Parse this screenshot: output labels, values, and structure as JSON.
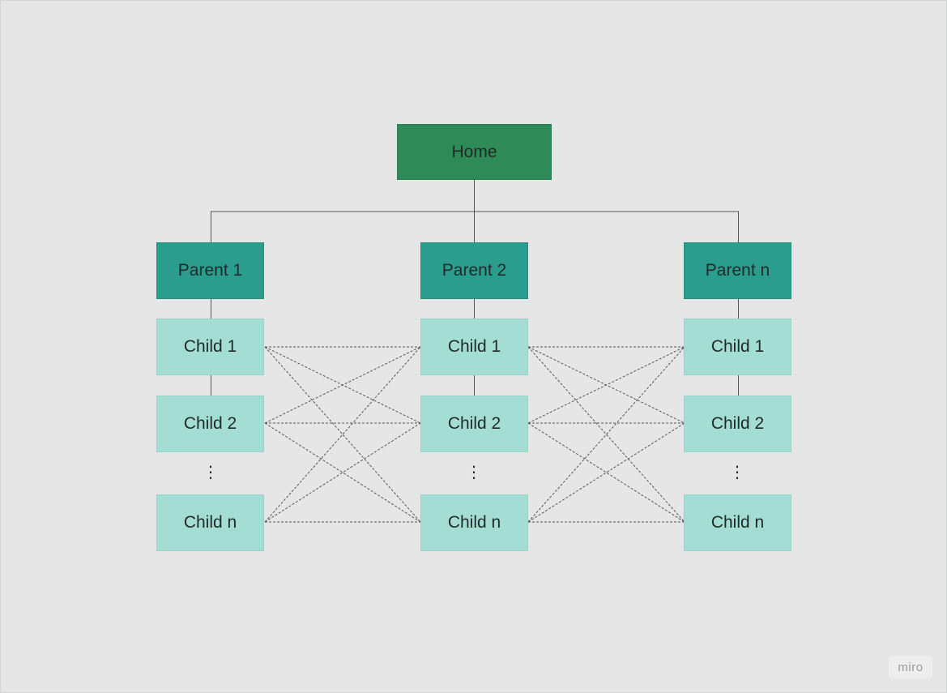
{
  "diagram": {
    "home": {
      "label": "Home"
    },
    "columns": [
      {
        "parent": "Parent 1",
        "children": [
          "Child 1",
          "Child 2",
          "Child n"
        ],
        "ellipsis": "⋮"
      },
      {
        "parent": "Parent 2",
        "children": [
          "Child 1",
          "Child 2",
          "Child n"
        ],
        "ellipsis": "⋮"
      },
      {
        "parent": "Parent n",
        "children": [
          "Child 1",
          "Child 2",
          "Child n"
        ],
        "ellipsis": "⋮"
      }
    ]
  },
  "watermark": {
    "text": "miro"
  },
  "colors": {
    "background": "#e6e6e6",
    "home": "#2e8b57",
    "parent": "#2a9d8f",
    "child": "#a3ddd4",
    "line": "#555555"
  }
}
